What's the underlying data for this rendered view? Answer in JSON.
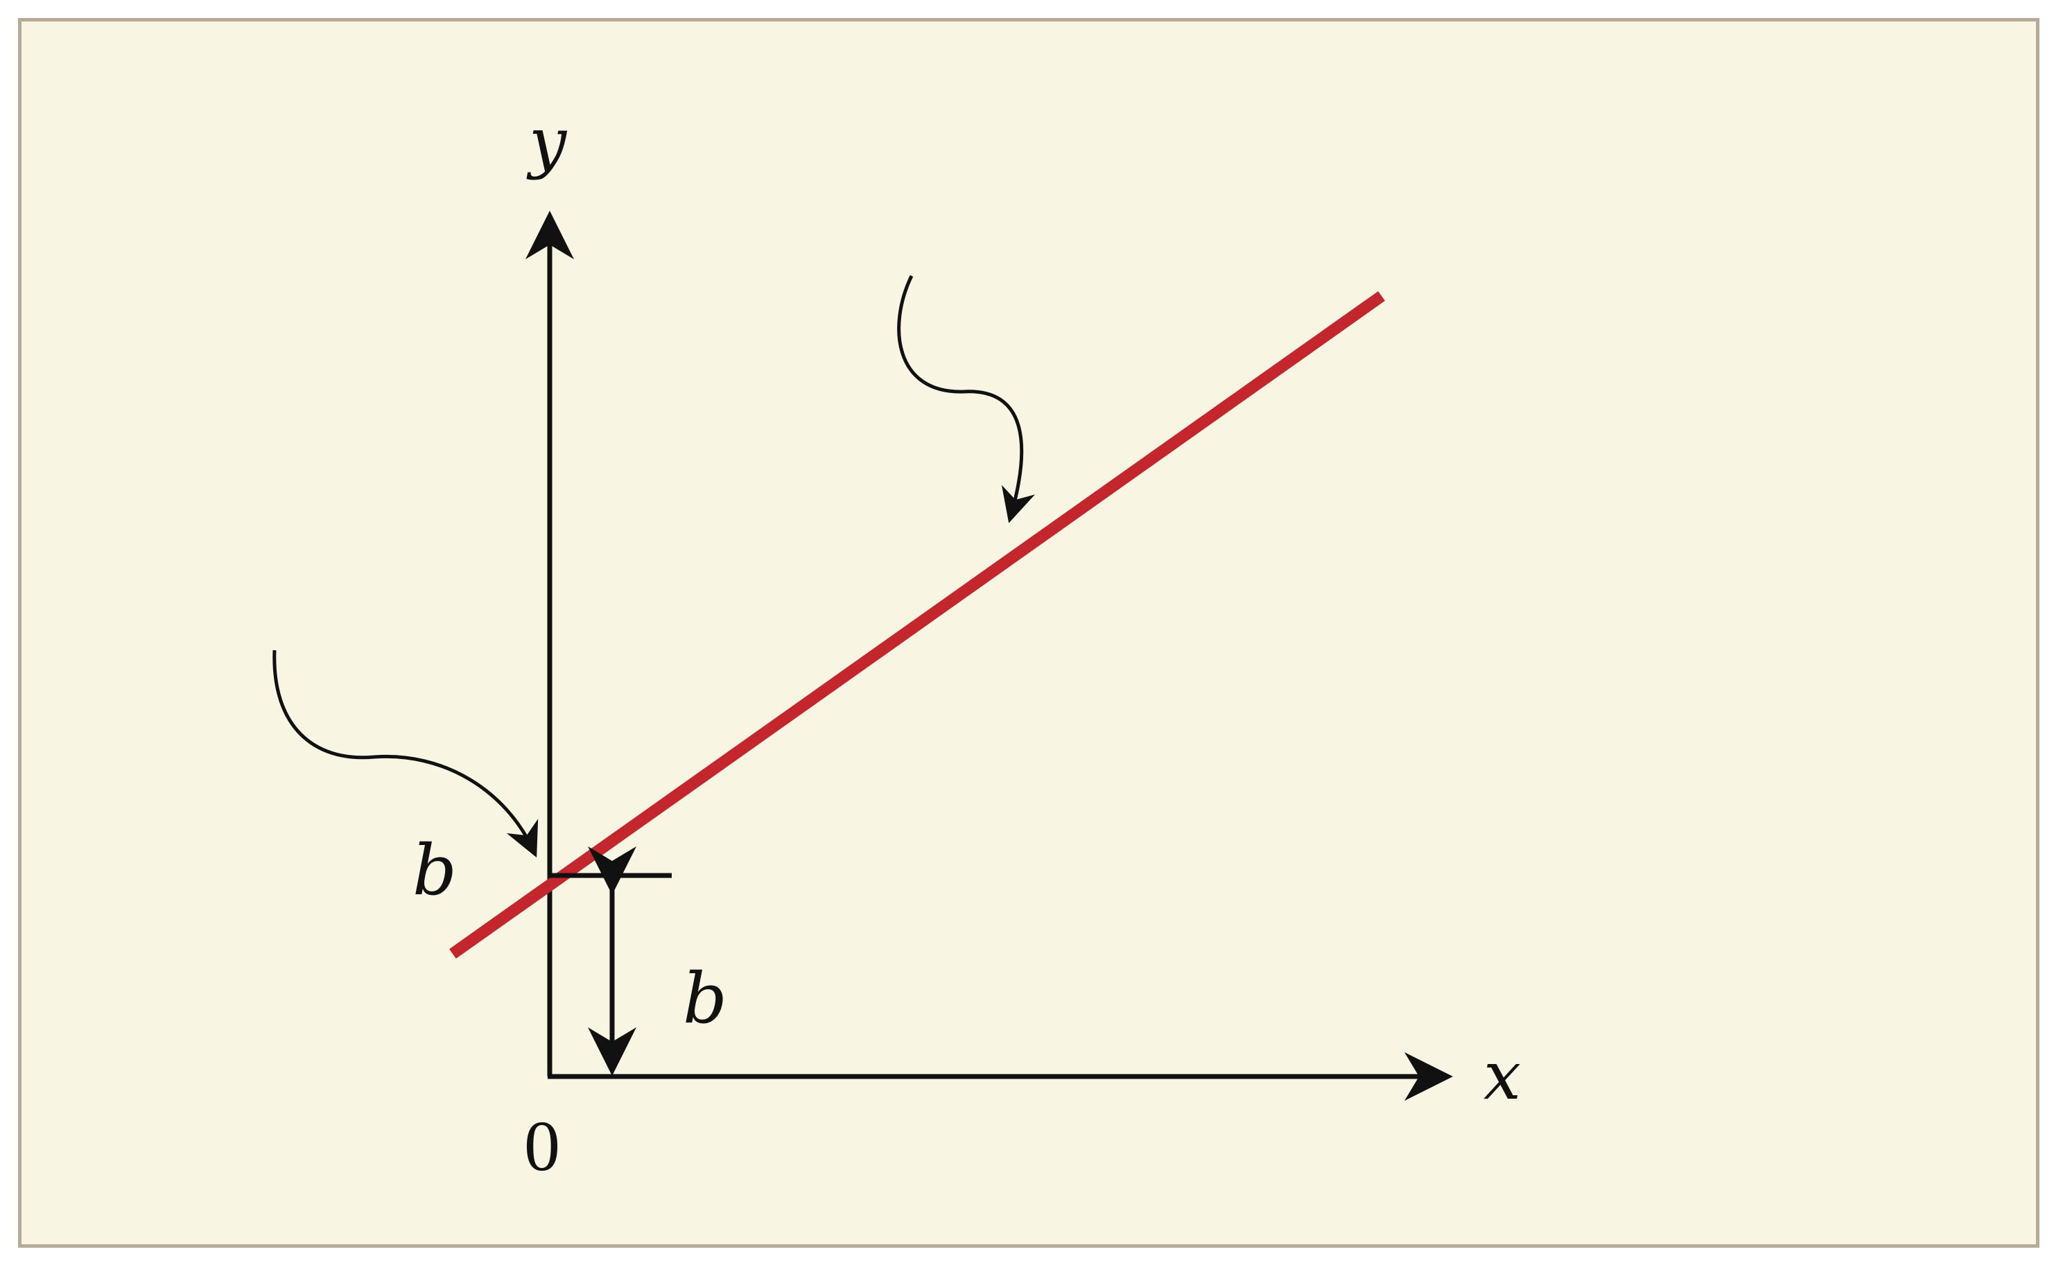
{
  "diagram": {
    "axes": {
      "x_label": "x",
      "y_label": "y",
      "origin_label": "0"
    },
    "intercept_label": "b",
    "intercept_height_label": "b",
    "colors": {
      "background": "#f8f6e3",
      "border": "#b5ab96",
      "line": "#c4262e",
      "ink": "#111111"
    }
  }
}
